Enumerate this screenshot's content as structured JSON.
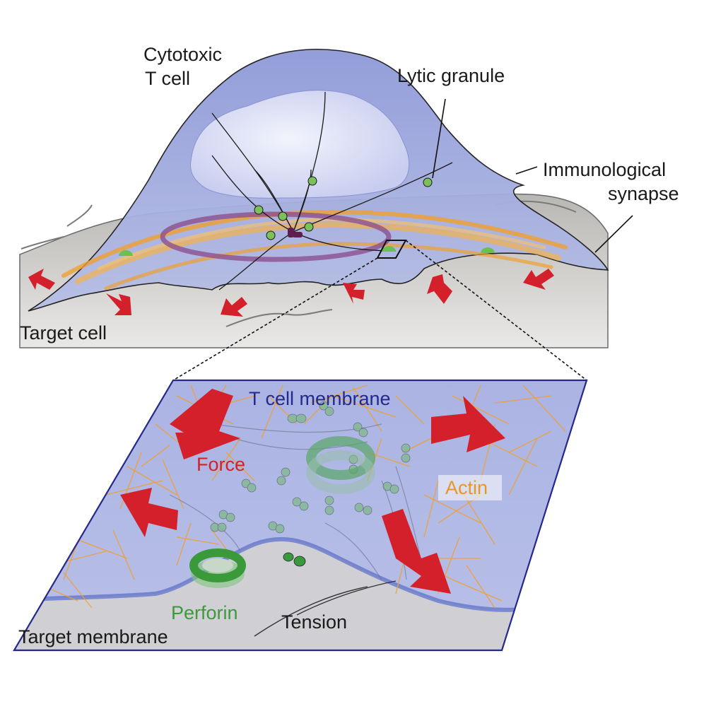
{
  "labels": {
    "cytotoxic_line1": "Cytotoxic",
    "cytotoxic_line2": "T cell",
    "lytic_granule": "Lytic granule",
    "immunological_line1": "Immunological",
    "immunological_line2": "synapse",
    "target_cell": "Target cell",
    "t_cell_membrane": "T cell membrane",
    "force": "Force",
    "actin": "Actin",
    "perforin": "Perforin",
    "tension": "Tension",
    "target_membrane": "Target membrane"
  },
  "colors": {
    "t_cell_fill": "#a7b0df",
    "nucleus_fill": "#e0e4f7",
    "target_fill": "#c9c7c4",
    "actin": "#f0a030",
    "mtoc": "#8a4a8a",
    "granule": "#7cc05a",
    "force_arrow": "#d4202a",
    "membrane_blue": "#24298a",
    "perforin": "#3c9a3c"
  }
}
